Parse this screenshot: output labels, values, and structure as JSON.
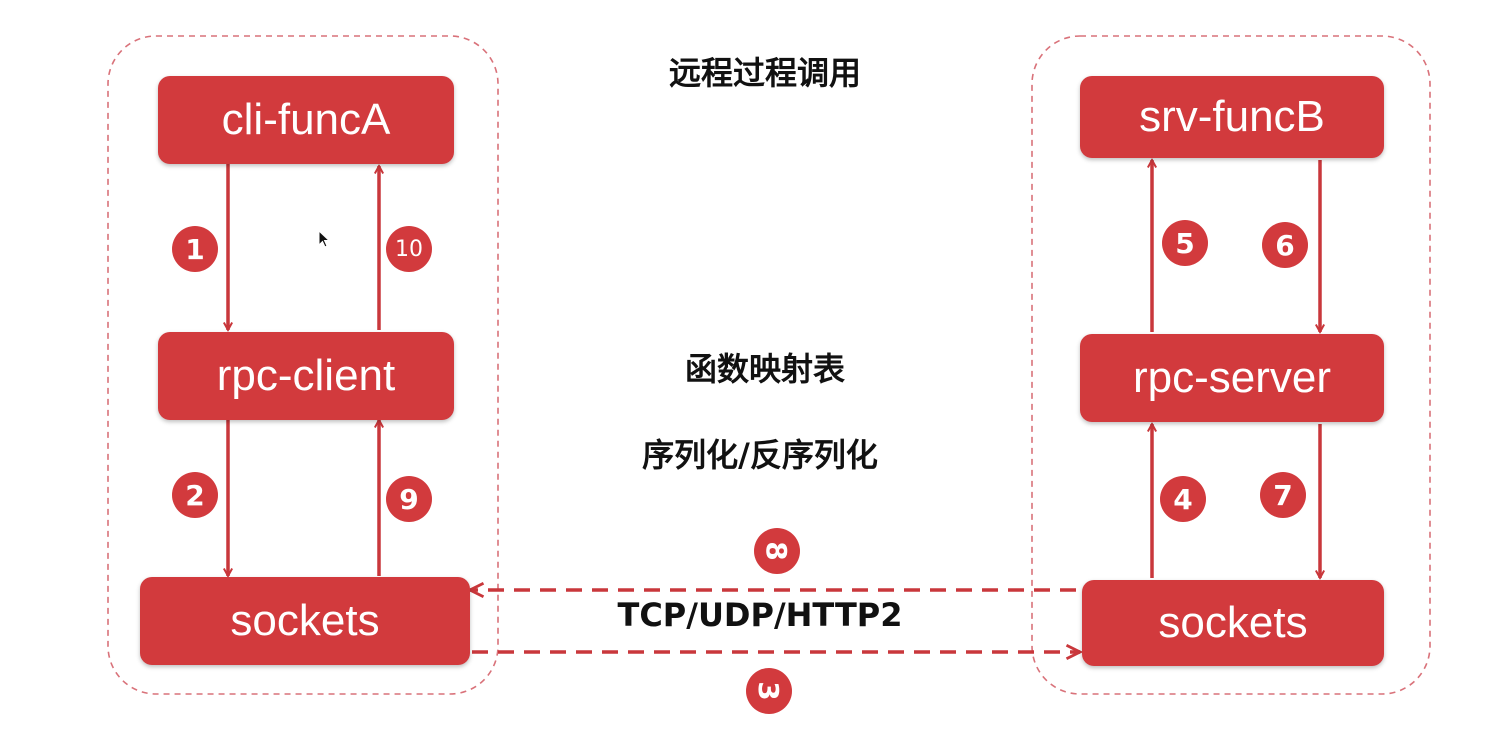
{
  "title": "远程过程调用",
  "middle": {
    "mapping_table": "函数映射表",
    "serialization": "序列化/反序列化",
    "protocol": "TCP/UDP/HTTP2"
  },
  "client": {
    "func": "cli-funcA",
    "rpc": "rpc-client",
    "sockets": "sockets"
  },
  "server": {
    "func": "srv-funcB",
    "rpc": "rpc-server",
    "sockets": "sockets"
  },
  "steps": [
    "1",
    "2",
    "3",
    "4",
    "5",
    "6",
    "7",
    "8",
    "9",
    "10"
  ],
  "colors": {
    "accent": "#d23a3d",
    "dashed_border": "#d9727a",
    "arrow": "#c9373b"
  }
}
